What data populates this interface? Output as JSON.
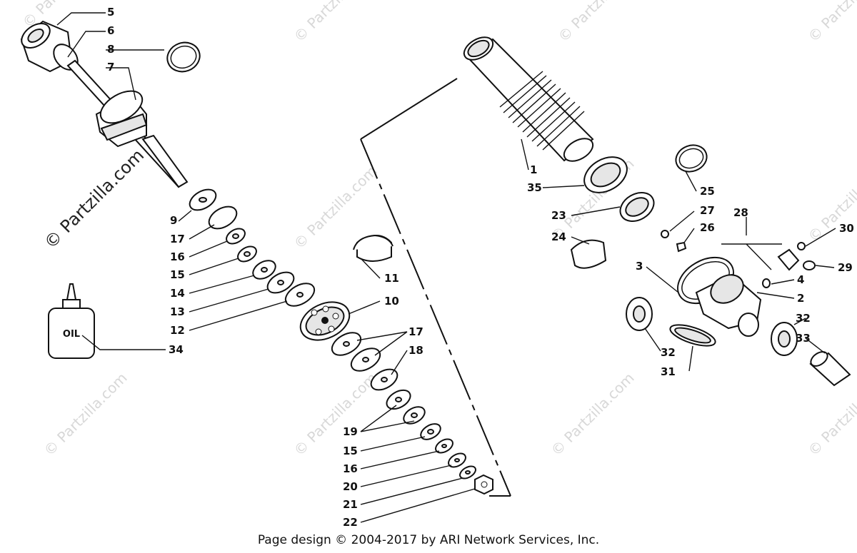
{
  "diagram": {
    "callouts": [
      "5",
      "6",
      "8",
      "7",
      "9",
      "17",
      "16",
      "15",
      "14",
      "13",
      "12",
      "11",
      "10",
      "17",
      "18",
      "19",
      "15",
      "16",
      "20",
      "21",
      "22",
      "34",
      "1",
      "35",
      "25",
      "23",
      "27",
      "26",
      "24",
      "28",
      "30",
      "29",
      "3",
      "4",
      "2",
      "32",
      "32",
      "33",
      "31"
    ],
    "oil_bottle_label": "OIL",
    "watermark_main": "© Partzilla.com",
    "watermark_repeat": "© Partzilla.com"
  },
  "footer": {
    "text": "Page design © 2004-2017 by ARI Network Services, Inc."
  }
}
